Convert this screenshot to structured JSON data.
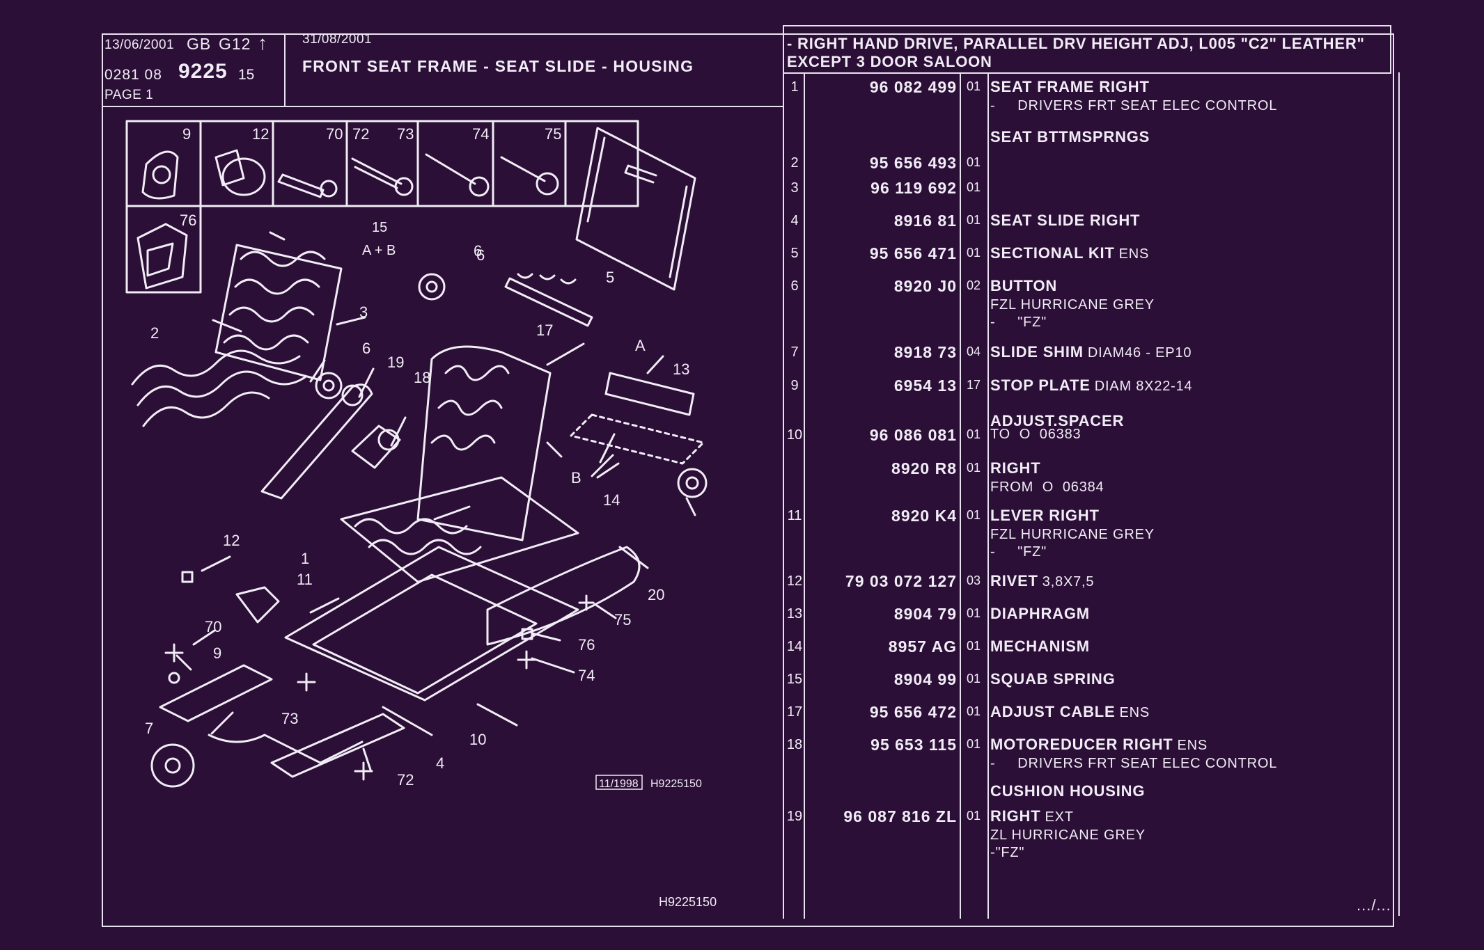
{
  "header": {
    "date1": "13/06/2001",
    "lang": "GB",
    "code": "G12",
    "arrow": "↑",
    "ref_prefix": "0281 08",
    "ref_main": "9225",
    "ref_suffix": "15",
    "page": "PAGE 1",
    "date2": "31/08/2001",
    "title": "FRONT SEAT FRAME - SEAT SLIDE - HOUSING",
    "application_line1": "- RIGHT HAND DRIVE, PARALLEL DRV HEIGHT ADJ, L005 \"C2\" LEATHER\"",
    "application_line2": "EXCEPT 3 DOOR SALOON"
  },
  "diagram": {
    "inset_labels": [
      "9",
      "12",
      "70",
      "72",
      "73",
      "74",
      "75",
      "76"
    ],
    "callouts": [
      "1",
      "2",
      "3",
      "5",
      "6",
      "7",
      "9",
      "10",
      "11",
      "12",
      "13",
      "14",
      "17",
      "18",
      "19",
      "20",
      "70",
      "72",
      "73",
      "74",
      "75",
      "76",
      "A",
      "B",
      "6",
      "6",
      "4"
    ],
    "fraction_top": "15",
    "fraction_bottom": "A + B",
    "stamp_date": "11/1998",
    "stamp_ref": "H9225150",
    "footer_ref": "H9225150"
  },
  "parts": [
    {
      "num": "1",
      "part": "96 082 499",
      "rev": "01",
      "bold": "SEAT FRAME RIGHT",
      "extra": "",
      "lines": [
        "-     DRIVERS FRT SEAT ELEC CONTROL"
      ]
    },
    {
      "num": "",
      "part": "",
      "rev": "",
      "bold": "SEAT BTTMSPRNGS",
      "extra": "",
      "lines": []
    },
    {
      "num": "2",
      "part": "95 656 493",
      "rev": "01",
      "bold": "",
      "extra": "",
      "lines": []
    },
    {
      "num": "3",
      "part": "96 119 692",
      "rev": "01",
      "bold": "",
      "extra": "",
      "lines": []
    },
    {
      "num": "4",
      "part": "8916 81",
      "rev": "01",
      "bold": "SEAT SLIDE RIGHT",
      "extra": "",
      "lines": []
    },
    {
      "num": "5",
      "part": "95 656 471",
      "rev": "01",
      "bold": "SECTIONAL KIT",
      "extra": "ENS",
      "lines": []
    },
    {
      "num": "6",
      "part": "8920 J0",
      "rev": "02",
      "bold": "BUTTON",
      "extra": "",
      "lines": [
        "FZL HURRICANE GREY",
        "-     \"FZ\""
      ]
    },
    {
      "num": "7",
      "part": "8918 73",
      "rev": "04",
      "bold": "SLIDE SHIM",
      "extra": "DIAM46 - EP10",
      "lines": []
    },
    {
      "num": "9",
      "part": "6954 13",
      "rev": "17",
      "bold": "STOP PLATE",
      "extra": "DIAM 8X22-14",
      "lines": []
    },
    {
      "num": "",
      "part": "",
      "rev": "",
      "bold": "ADJUST.SPACER",
      "extra": "",
      "lines": []
    },
    {
      "num": "10",
      "part": "96 086 081",
      "rev": "01",
      "bold": "",
      "extra": "",
      "lines": [
        "TO  O  06383"
      ]
    },
    {
      "num": "",
      "part": "8920 R8",
      "rev": "01",
      "bold": "RIGHT",
      "extra": "",
      "lines": [
        "FROM  O  06384"
      ]
    },
    {
      "num": "11",
      "part": "8920 K4",
      "rev": "01",
      "bold": "LEVER RIGHT",
      "extra": "",
      "lines": [
        "FZL HURRICANE GREY",
        "-     \"FZ\""
      ]
    },
    {
      "num": "12",
      "part": "79 03 072 127",
      "rev": "03",
      "bold": "RIVET",
      "extra": "3,8X7,5",
      "lines": []
    },
    {
      "num": "13",
      "part": "8904 79",
      "rev": "01",
      "bold": "DIAPHRAGM",
      "extra": "",
      "lines": []
    },
    {
      "num": "14",
      "part": "8957 AG",
      "rev": "01",
      "bold": "MECHANISM",
      "extra": "",
      "lines": []
    },
    {
      "num": "15",
      "part": "8904 99",
      "rev": "01",
      "bold": "SQUAB SPRING",
      "extra": "",
      "lines": []
    },
    {
      "num": "17",
      "part": "95 656 472",
      "rev": "01",
      "bold": "ADJUST CABLE",
      "extra": "ENS",
      "lines": []
    },
    {
      "num": "18",
      "part": "95 653 115",
      "rev": "01",
      "bold": "MOTOREDUCER RIGHT",
      "extra": "ENS",
      "lines": [
        "-     DRIVERS FRT SEAT ELEC CONTROL"
      ]
    },
    {
      "num": "",
      "part": "",
      "rev": "",
      "bold": "CUSHION HOUSING",
      "extra": "",
      "lines": []
    },
    {
      "num": "19",
      "part": "96 087 816 ZL",
      "rev": "01",
      "bold": "RIGHT",
      "extra": "EXT",
      "lines": [
        "ZL HURRICANE GREY",
        "-\"FZ\""
      ]
    }
  ],
  "continuation": ".../..."
}
